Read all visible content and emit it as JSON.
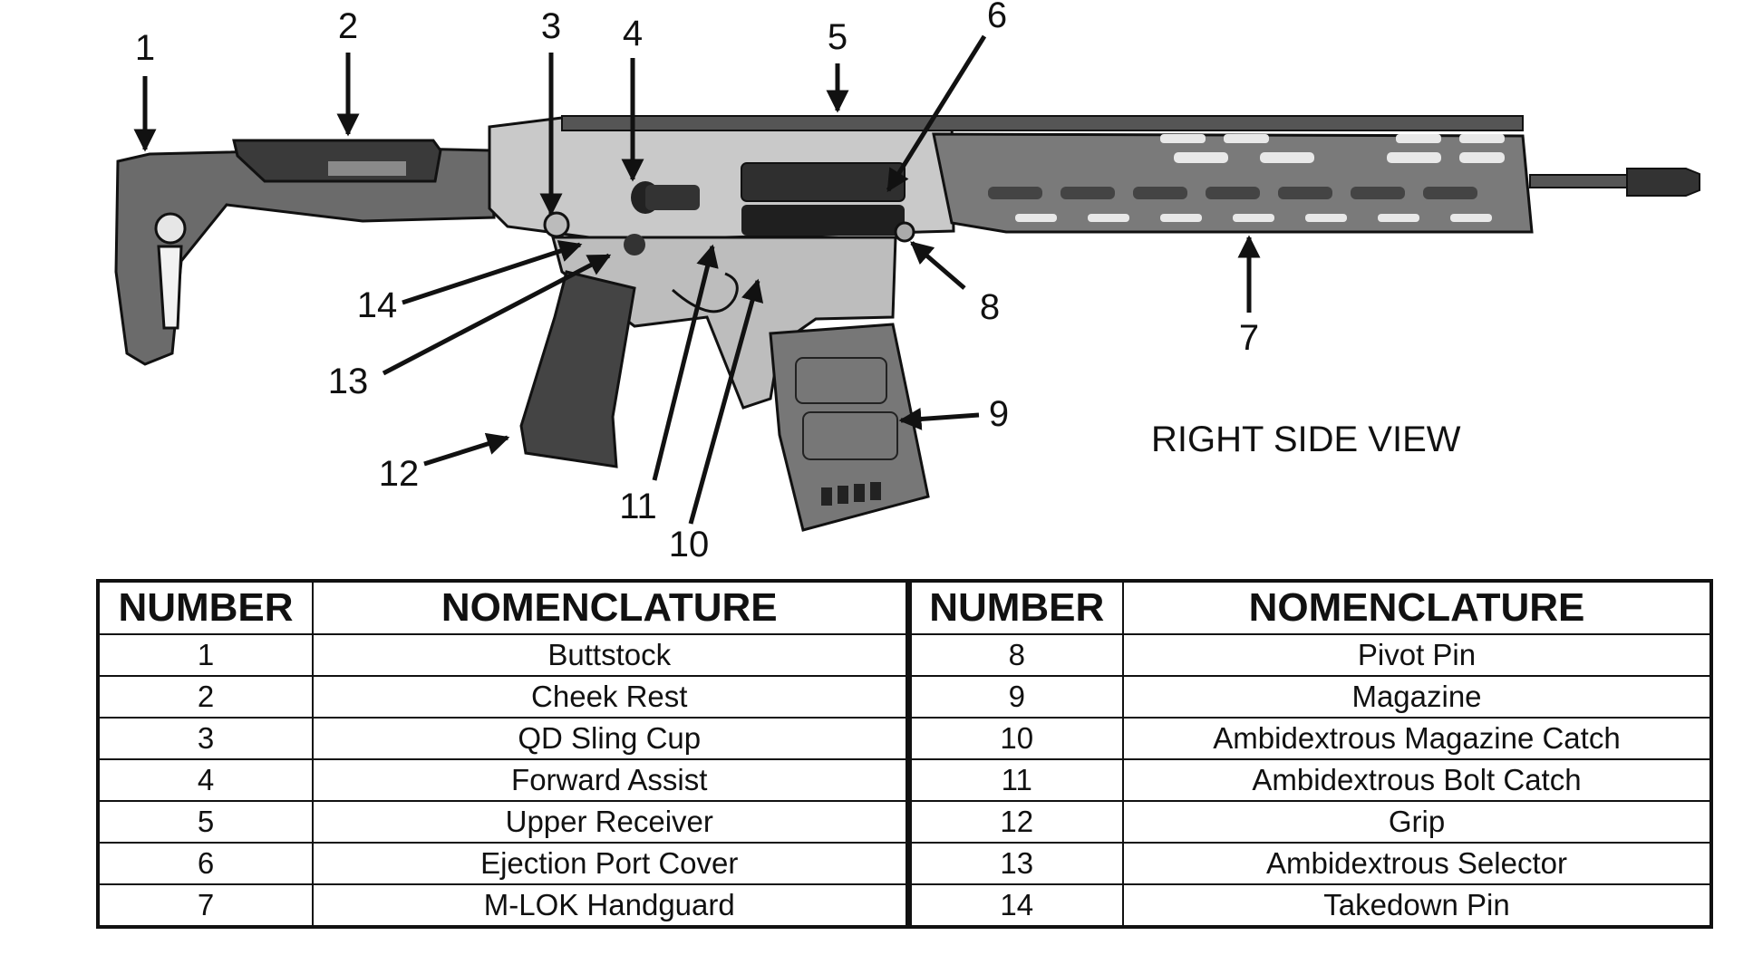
{
  "diagram": {
    "view_title": "RIGHT SIDE VIEW",
    "callouts": [
      "1",
      "2",
      "3",
      "4",
      "5",
      "6",
      "7",
      "8",
      "9",
      "10",
      "11",
      "12",
      "13",
      "14"
    ]
  },
  "legend": {
    "headers": [
      "NUMBER",
      "NOMENCLATURE",
      "NUMBER",
      "NOMENCLATURE"
    ],
    "rows": [
      {
        "n1": "1",
        "name1": "Buttstock",
        "n2": "8",
        "name2": "Pivot Pin"
      },
      {
        "n1": "2",
        "name1": "Cheek Rest",
        "n2": "9",
        "name2": "Magazine"
      },
      {
        "n1": "3",
        "name1": "QD Sling Cup",
        "n2": "10",
        "name2": "Ambidextrous Magazine Catch"
      },
      {
        "n1": "4",
        "name1": "Forward Assist",
        "n2": "11",
        "name2": "Ambidextrous Bolt Catch"
      },
      {
        "n1": "5",
        "name1": "Upper Receiver",
        "n2": "12",
        "name2": "Grip"
      },
      {
        "n1": "6",
        "name1": "Ejection Port Cover",
        "n2": "13",
        "name2": "Ambidextrous Selector"
      },
      {
        "n1": "7",
        "name1": "M-LOK Handguard",
        "n2": "14",
        "name2": "Takedown Pin"
      }
    ]
  }
}
